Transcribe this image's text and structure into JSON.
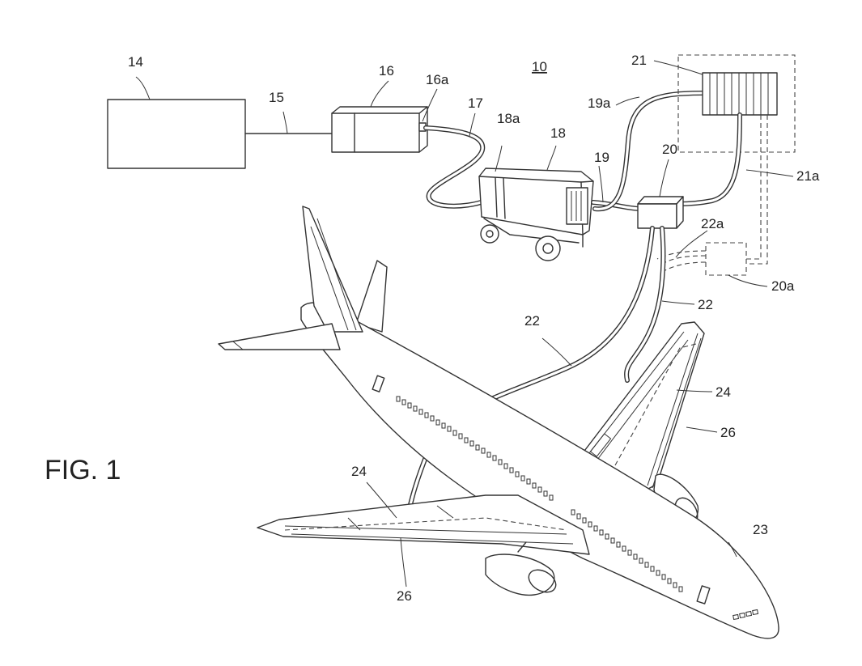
{
  "figure": {
    "title": "FIG. 1",
    "system_ref": "10"
  },
  "labels": {
    "l14": "14",
    "l15": "15",
    "l16": "16",
    "l16a": "16a",
    "l17": "17",
    "l18": "18",
    "l18a": "18a",
    "l19": "19",
    "l19a": "19a",
    "l20": "20",
    "l20a": "20a",
    "l21": "21",
    "l21a": "21a",
    "l22a": "22a",
    "l22_right": "22",
    "l22_center": "22",
    "l23": "23",
    "l24_right": "24",
    "l24_left": "24",
    "l26_right": "26",
    "l26_left": "26"
  }
}
